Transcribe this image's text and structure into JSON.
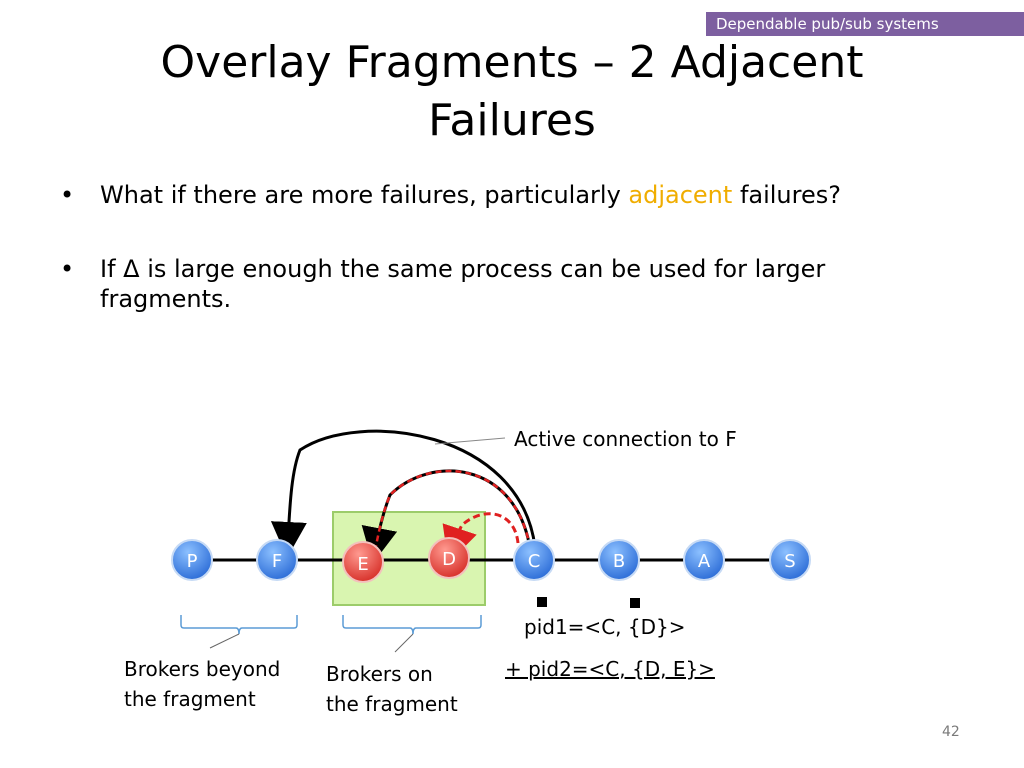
{
  "header": {
    "tag": "Dependable pub/sub systems"
  },
  "slide": {
    "title_line1": "Overlay Fragments – 2 Adjacent",
    "title_line2": "Failures",
    "bullets": [
      {
        "before": "What if there are more failures, particularly ",
        "highlight": "adjacent",
        "after": " failures?"
      },
      {
        "line1": "If Δ is large enough the same process can be used for larger",
        "line2": "fragments."
      }
    ],
    "page_number": "42"
  },
  "diagram": {
    "nodes": [
      "P",
      "F",
      "E",
      "D",
      "C",
      "B",
      "A",
      "S"
    ],
    "annotation_active": "Active connection to F",
    "pid1": "pid1=<C, {D}>",
    "pid2": "+ pid2=<C, {D, E}>",
    "brokers_beyond_line1": "Brokers  beyond",
    "brokers_beyond_line2": "the fragment",
    "brokers_on_line1": "Brokers  on",
    "brokers_on_line2": "the fragment"
  },
  "colors": {
    "header_tag": "#7d5fa0",
    "highlight": "#f0ad00",
    "node_blue": "#3a7fe0",
    "node_red": "#e0403a",
    "fragment_fill": "#d9f5b0",
    "brace_blue": "#5b9bd5",
    "dashed_red": "#e02020"
  }
}
